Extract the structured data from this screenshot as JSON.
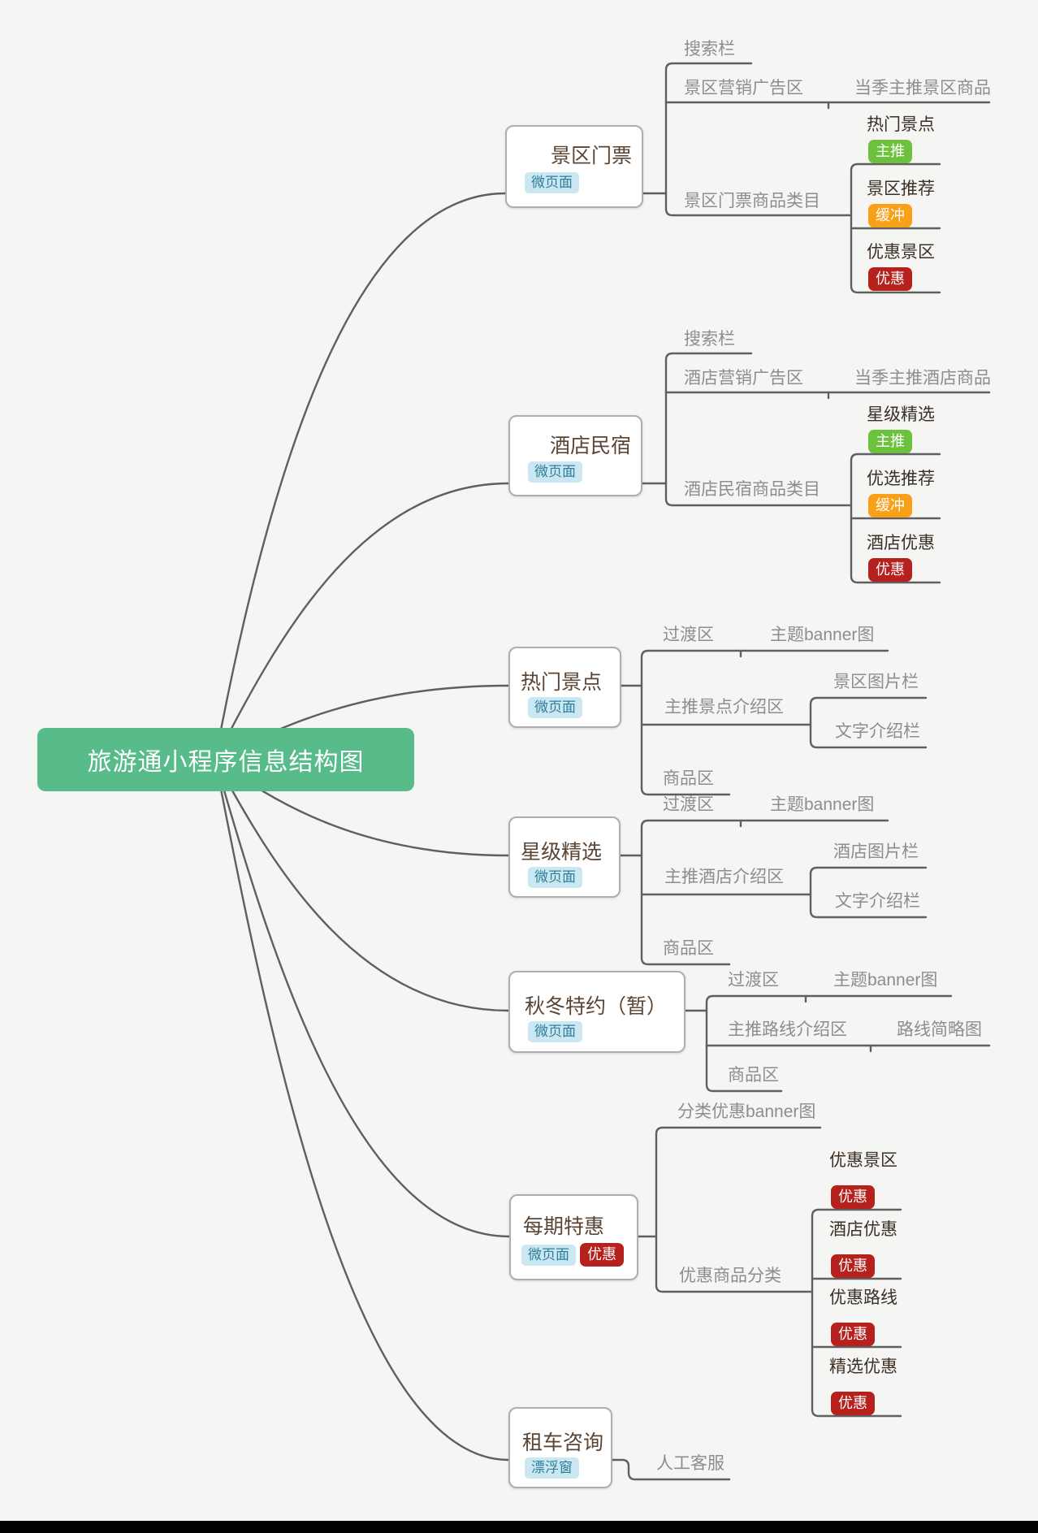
{
  "root": {
    "title": "旅游通小程序信息结构图"
  },
  "branches": [
    {
      "title": "景区门票",
      "tag": "微页面",
      "search": "搜索栏",
      "ad": "景区营销广告区",
      "ad_item": "当季主推景区商品",
      "catalog": "景区门票商品类目",
      "cats": [
        {
          "label": "热门景点",
          "tag": "主推"
        },
        {
          "label": "景区推荐",
          "tag": "缓冲"
        },
        {
          "label": "优惠景区",
          "tag": "优惠"
        }
      ]
    },
    {
      "title": "酒店民宿",
      "tag": "微页面",
      "search": "搜索栏",
      "ad": "酒店营销广告区",
      "ad_item": "当季主推酒店商品",
      "catalog": "酒店民宿商品类目",
      "cats": [
        {
          "label": "星级精选",
          "tag": "主推"
        },
        {
          "label": "优选推荐",
          "tag": "缓冲"
        },
        {
          "label": "酒店优惠",
          "tag": "优惠"
        }
      ]
    },
    {
      "title": "热门景点",
      "tag": "微页面",
      "transition": "过渡区",
      "banner": "主题banner图",
      "intro": "主推景点介绍区",
      "intro_items": [
        "景区图片栏",
        "文字介绍栏"
      ],
      "goods": "商品区"
    },
    {
      "title": "星级精选",
      "tag": "微页面",
      "transition": "过渡区",
      "banner": "主题banner图",
      "intro": "主推酒店介绍区",
      "intro_items": [
        "酒店图片栏",
        "文字介绍栏"
      ],
      "goods": "商品区"
    },
    {
      "title": "秋冬特约（暂）",
      "tag": "微页面",
      "transition": "过渡区",
      "banner": "主题banner图",
      "intro": "主推路线介绍区",
      "intro_item": "路线简略图",
      "goods": "商品区"
    },
    {
      "title": "每期特惠",
      "tags": [
        "微页面",
        "优惠"
      ],
      "banner": "分类优惠banner图",
      "catalog": "优惠商品分类",
      "cats": [
        {
          "label": "优惠景区",
          "tag": "优惠"
        },
        {
          "label": "酒店优惠",
          "tag": "优惠"
        },
        {
          "label": "优惠路线",
          "tag": "优惠"
        },
        {
          "label": "精选优惠",
          "tag": "优惠"
        }
      ]
    },
    {
      "title": "租车咨询",
      "tag": "漂浮窗",
      "service": "人工客服"
    }
  ],
  "colors": {
    "root_bg": "#57bb8a",
    "tag_page_bg": "#cbe8f2",
    "tag_page_text": "#2e7e99",
    "tag_main_bg": "#6cc13d",
    "tag_buffer_bg": "#f8a017",
    "tag_discount_bg": "#b6201d",
    "line": "#5f5f5f",
    "background": "#f5f5f4"
  }
}
